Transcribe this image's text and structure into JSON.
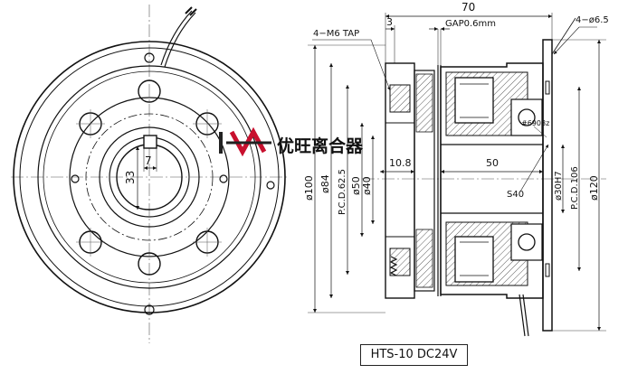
{
  "logo": {
    "mark": "HAC",
    "name": "优旺离合器"
  },
  "model_label": "HTS-10 DC24V",
  "front_view": {
    "keyway_width": "7",
    "bore_depth": "33"
  },
  "side_view": {
    "overall_length": "70",
    "flange_thickness": "3",
    "gap": "GAP0.6mm",
    "tap": "4−M6 TAP",
    "mount_holes": "4−ø6.5",
    "bearing": "#6908z",
    "length_10_8": "10.8",
    "length_50": "50",
    "s40": "S40",
    "left_dims": [
      "ø100",
      "ø84",
      "P.C.D.62.5",
      "ø50",
      "ø40"
    ],
    "right_dims": [
      "ø30H7",
      "P.C.D.106",
      "ø120"
    ]
  }
}
